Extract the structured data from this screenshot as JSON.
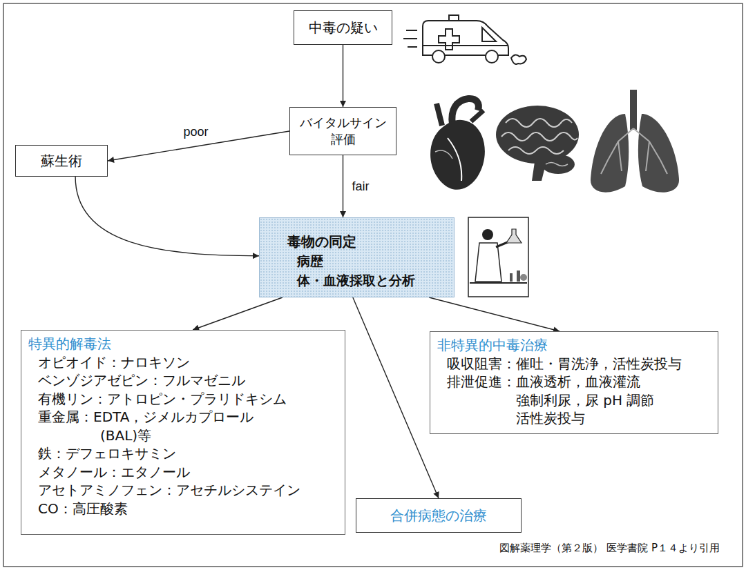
{
  "diagram": {
    "nodes": [
      {
        "text": [
          "中毒の疑い"
        ]
      },
      {
        "text": [
          "バイタルサイン 評価"
        ]
      },
      {
        "text": [
          "蘇生術"
        ]
      },
      {
        "text": [
          "毒物の同定",
          "病歴",
          "体・血液採取と分析"
        ]
      },
      {
        "text": [
          "特異的解毒法",
          "オピオイド：ナロキソン",
          "ベンゾジアゼピン：フルマゼニル",
          "有機リン：アトロピン・プラリドキシム",
          "重金属：EDTA，ジメルカプロール (BAL)等",
          "鉄：デフェロキサミン",
          "メタノール：エタノール",
          "アセトアミノフェン：アセチルシステイン",
          "CO：高圧酸素"
        ]
      },
      {
        "text": [
          "非特異的中毒治療",
          "吸収阻害：催吐・胃洗浄，活性炭投与",
          "排泄促進：血液透析，血液灌流 強制利尿，尿 pH 調節 活性炭投与"
        ]
      },
      {
        "text": [
          "合併病態の治療"
        ]
      }
    ],
    "edges": [
      {
        "from": 0,
        "to": 1,
        "arrow": "to"
      },
      {
        "from": 1,
        "to": 2,
        "label": "poor",
        "arrow": "to"
      },
      {
        "from": 1,
        "to": 3,
        "label": "fair",
        "arrow": "to"
      },
      {
        "from": 2,
        "to": 3,
        "arrow": "to"
      },
      {
        "from": 3,
        "to": 4,
        "arrow": "to"
      },
      {
        "from": 3,
        "to": 6,
        "arrow": "to"
      },
      {
        "from": 3,
        "to": 5,
        "arrow": "to"
      }
    ],
    "labels": [
      "図解薬理学（第２版） 医学書院 P１４より引用"
    ]
  }
}
